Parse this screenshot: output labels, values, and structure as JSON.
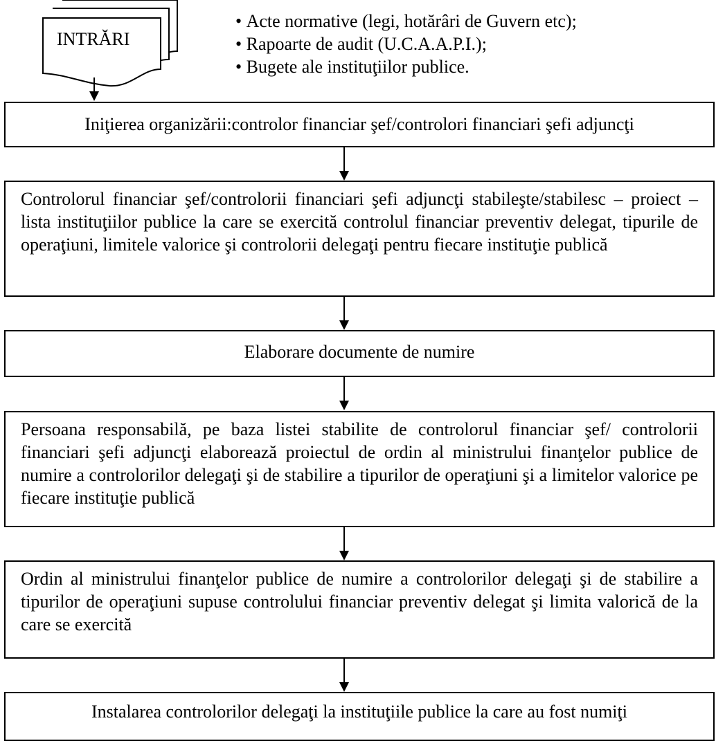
{
  "inputs": {
    "label": "INTRĂRI",
    "items": [
      "Acte normative (legi, hotărâri de Guvern etc);",
      "Rapoarte de audit (U.C.A.A.P.I.);",
      "Bugete ale instituţiilor publice."
    ]
  },
  "steps": [
    "Iniţierea organizării:controlor financiar şef/controlori financiari şefi adjuncţi",
    "Controlorul financiar şef/controlorii financiari şefi adjuncţi stabileşte/stabilesc – proiect – lista instituţiilor publice la care se exercită controlul financiar preventiv delegat, tipurile de operaţiuni, limitele valorice şi controlorii delegaţi pentru fiecare instituţie publică",
    "Elaborare documente de numire",
    "Persoana responsabilă, pe baza listei stabilite de controlorul financiar şef/ controlorii financiari şefi adjuncţi elaborează proiectul de ordin al ministrului finanţelor publice de numire a controlorilor delegaţi şi de stabilire a tipurilor de operaţiuni şi a limitelor valorice pe fiecare instituţie publică",
    "Ordin al ministrului finanţelor publice de numire a controlorilor delegaţi şi de stabilire a tipurilor de operaţiuni supuse controlului financiar preventiv delegat şi limita valorică de la care se exercită",
    "Instalarea controlorilor delegaţi la instituţiile publice la care au fost numiţi"
  ]
}
